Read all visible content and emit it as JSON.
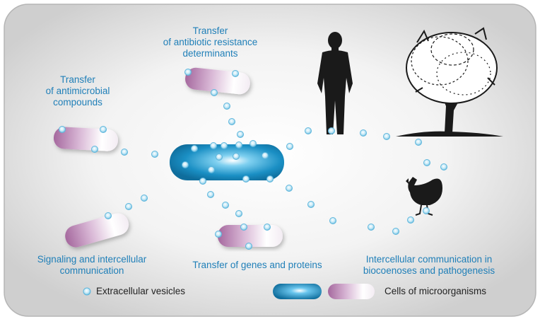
{
  "labels": {
    "antimicrobial": [
      "Transfer",
      "of antimicrobial",
      "compounds"
    ],
    "resistance": [
      "Transfer",
      "of antibiotic resistance",
      "determinants"
    ],
    "signaling": [
      "Signaling and intercellular",
      "communication"
    ],
    "genes": [
      "Transfer of genes and proteins"
    ],
    "biocenoses": [
      "Intercellular communication in",
      "biocoenoses and pathogenesis"
    ]
  },
  "legend": {
    "vesicles": "Extracellular vesicles",
    "cells": "Cells of microorganisms"
  },
  "colors": {
    "label_text": "#1f7fb8",
    "central_cell": "#1a8fc4",
    "peripheral_cell": "#b67fb0",
    "vesicle": "#7cc6e6",
    "silhouette": "#1a1a1a"
  },
  "icons": [
    "human-silhouette-icon",
    "tree-icon",
    "chicken-icon"
  ]
}
